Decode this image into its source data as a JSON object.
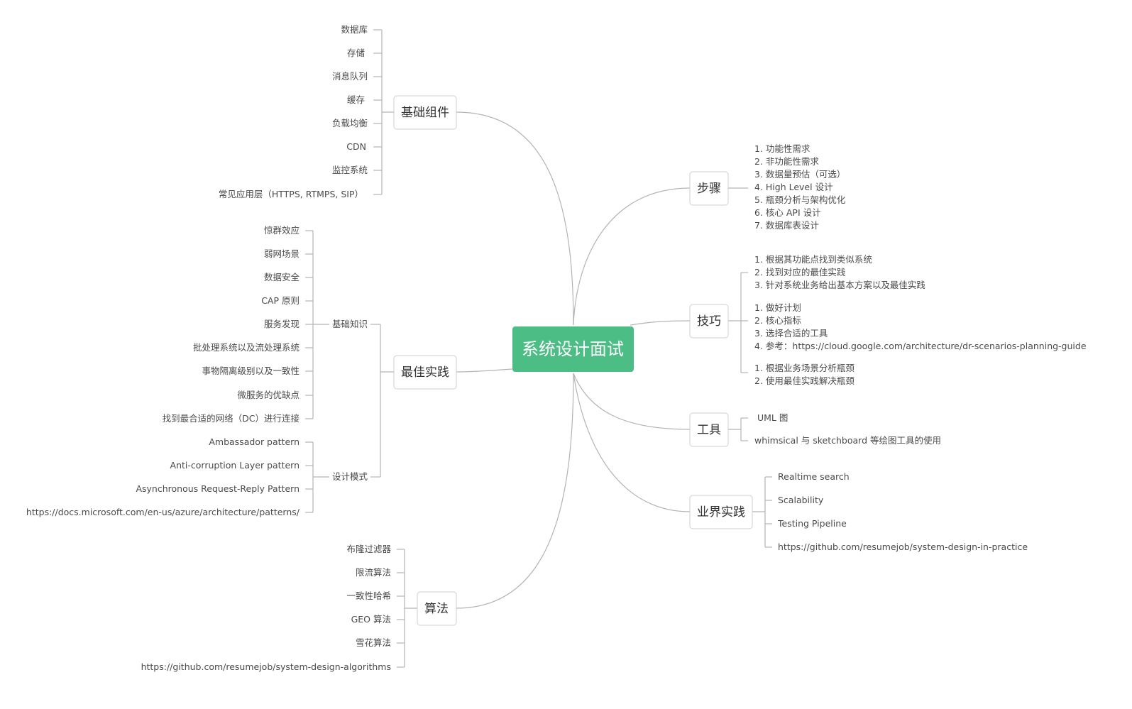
{
  "central": "系统设计面试",
  "branches": {
    "basic": {
      "label": "基础组件",
      "items": [
        "数据库",
        "存储",
        "消息队列",
        "缓存",
        "负载均衡",
        "CDN",
        "监控系统",
        "常见应用层（HTTPS, RTMPS, SIP）"
      ]
    },
    "best": {
      "label": "最佳实践",
      "knowledge": {
        "label": "基础知识",
        "items": [
          "惊群效应",
          "弱网场景",
          "数据安全",
          "CAP 原则",
          "服务发现",
          "批处理系统以及流处理系统",
          "事物隔离级别以及一致性",
          "微服务的优缺点",
          "找到最合适的网络（DC）进行连接"
        ]
      },
      "patterns": {
        "label": "设计模式",
        "items": [
          "Ambassador pattern",
          "Anti-corruption Layer pattern",
          "Asynchronous Request-Reply Pattern",
          "https://docs.microsoft.com/en-us/azure/architecture/patterns/"
        ]
      }
    },
    "algo": {
      "label": "算法",
      "items": [
        "布隆过滤器",
        "限流算法",
        "一致性哈希",
        "GEO 算法",
        "雪花算法",
        "https://github.com/resumejob/system-design-algorithms"
      ]
    },
    "steps": {
      "label": "步骤",
      "items": [
        "1. 功能性需求",
        "2. 非功能性需求",
        "3. 数据量预估（可选）",
        "4. High Level 设计",
        "5. 瓶颈分析与架构优化",
        "6. 核心 API 设计",
        "7. 数据库表设计"
      ]
    },
    "tips": {
      "label": "技巧",
      "groups": [
        [
          "1. 根据其功能点找到类似系统",
          "2. 找到对应的最佳实践",
          "3. 针对系统业务给出基本方案以及最佳实践"
        ],
        [
          "1. 做好计划",
          "2. 核心指标",
          "3. 选择合适的工具",
          "4. 参考：https://cloud.google.com/architecture/dr-scenarios-planning-guide"
        ],
        [
          "1. 根据业务场景分析瓶颈",
          "2. 使用最佳实践解决瓶颈"
        ]
      ]
    },
    "tools": {
      "label": "工具",
      "items": [
        "UML 图",
        "whimsical 与 sketchboard 等绘图工具的使用"
      ]
    },
    "industry": {
      "label": "业界实践",
      "items": [
        "Realtime search",
        "Scalability",
        "Testing Pipeline",
        "https://github.com/resumejob/system-design-in-practice"
      ]
    }
  }
}
